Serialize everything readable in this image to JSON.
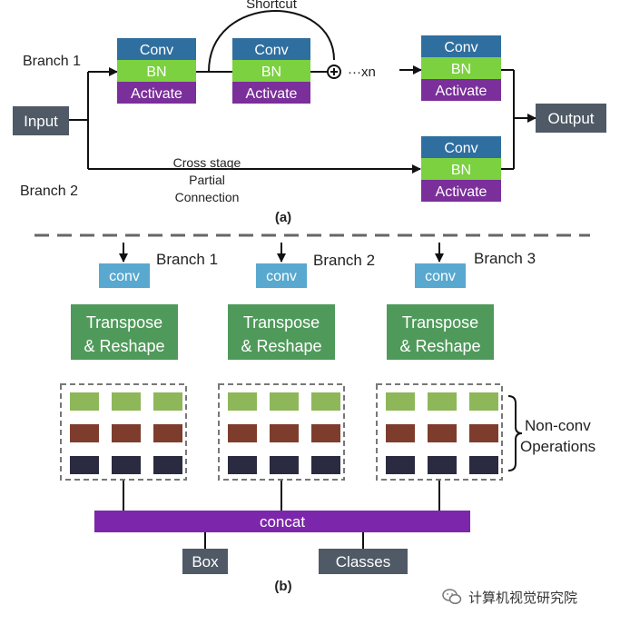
{
  "colors": {
    "conv_blue": "#2f6f9f",
    "bn_green": "#7bd13f",
    "activate_purple": "#7a2f9a",
    "gray_box": "#4f5a66",
    "tr_green": "#4f9a5a",
    "small_conv": "#58a8cf",
    "concat_purple": "#7c27ab",
    "cell_green": "#8eb75a",
    "cell_brown": "#7e3d2c",
    "cell_navy": "#2a2a40"
  },
  "part_a": {
    "shortcut_label": "Shortcut",
    "branch1_label": "Branch 1",
    "branch2_label": "Branch 2",
    "input_label": "Input",
    "output_label": "Output",
    "stack_labels": {
      "conv": "Conv",
      "bn": "BN",
      "activate": "Activate"
    },
    "repeat_label": "···xn",
    "cross_stage_label": [
      "Cross stage",
      "Partial",
      "Connection"
    ],
    "caption": "(a)"
  },
  "part_b": {
    "branches": [
      {
        "label": "Branch 1",
        "conv": "conv",
        "transpose": [
          "Transpose",
          "& Reshape"
        ]
      },
      {
        "label": "Branch 2",
        "conv": "conv",
        "transpose": [
          "Transpose",
          "& Reshape"
        ]
      },
      {
        "label": "Branch 3",
        "conv": "conv",
        "transpose": [
          "Transpose",
          "& Reshape"
        ]
      }
    ],
    "nonconv_label": [
      "Non-conv",
      "Operations"
    ],
    "concat_label": "concat",
    "box_label": "Box",
    "classes_label": "Classes",
    "caption": "(b)"
  },
  "watermark": {
    "text": "计算机视觉研究院"
  }
}
